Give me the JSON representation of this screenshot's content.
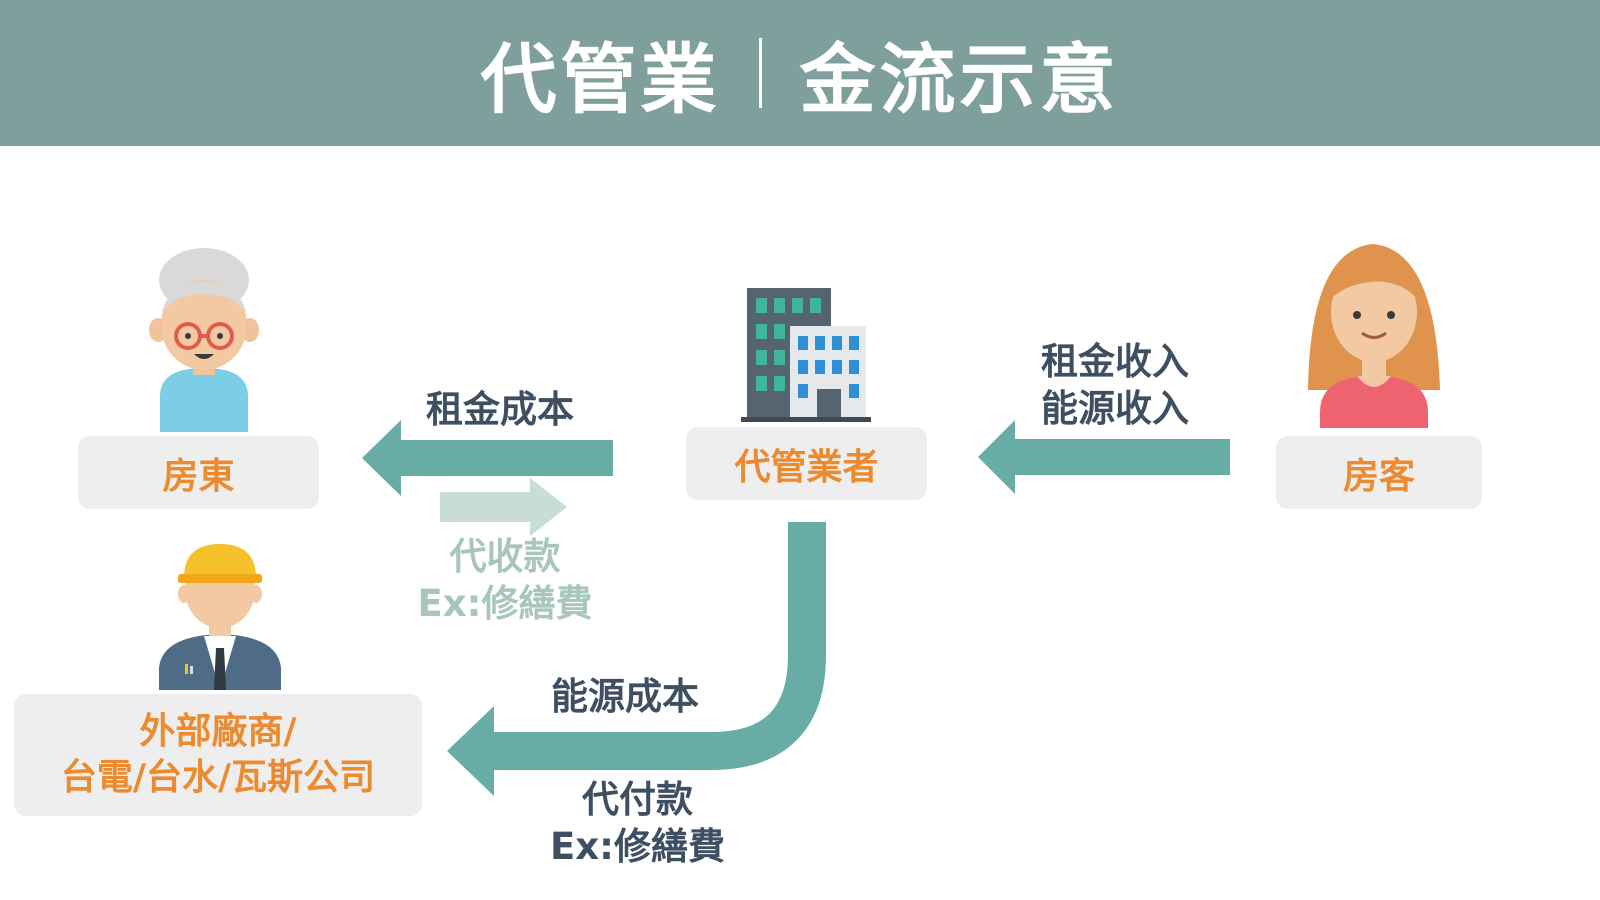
{
  "header": {
    "title_left": "代管業",
    "title_right": "金流示意",
    "background_color": "#7f9f9c"
  },
  "nodes": {
    "landlord": {
      "label": "房東",
      "icon": "elderly-woman-icon"
    },
    "manager": {
      "label": "代管業者",
      "icon": "office-building-icon"
    },
    "tenant": {
      "label": "房客",
      "icon": "young-woman-icon"
    },
    "vendor": {
      "label_line1": "外部廠商/",
      "label_line2": "台電/台水/瓦斯公司",
      "icon": "worker-hardhat-icon"
    }
  },
  "flows": {
    "tenant_to_manager": {
      "line1": "租金收入",
      "line2": "能源收入"
    },
    "manager_to_landlord": {
      "line1": "租金成本"
    },
    "landlord_to_manager": {
      "line1": "代收款",
      "line2": "Ex:修繕費"
    },
    "manager_to_vendor": {
      "above": "能源成本",
      "below_line1": "代付款",
      "below_line2": "Ex:修繕費"
    }
  },
  "colors": {
    "arrow": "#67ada6",
    "arrow_faded": "#c8ddd5",
    "node_label": "#ec8a2f",
    "flow_label": "#3f4f62",
    "flow_label_faded": "#a9c6bd",
    "box_bg": "#eeeeee"
  }
}
